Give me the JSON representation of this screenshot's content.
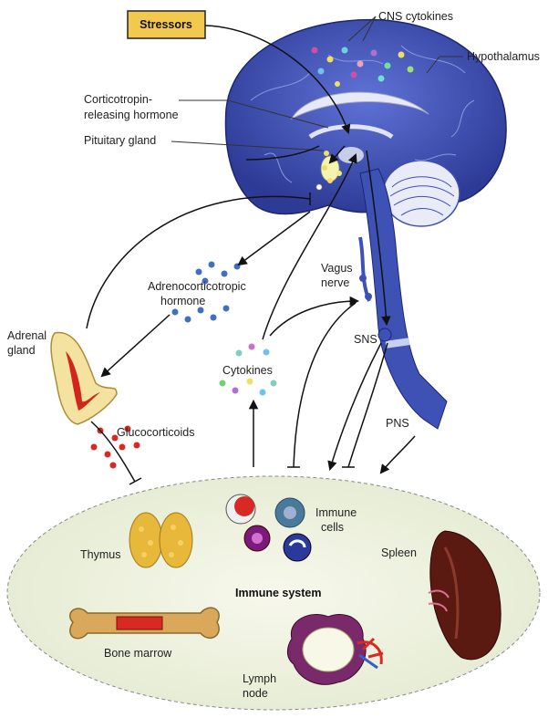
{
  "labels": {
    "stressors": "Stressors",
    "cns_cytokines": "CNS cytokines",
    "hypothalamus": "Hypothalamus",
    "crh_line1": "Corticotropin-",
    "crh_line2": "releasing hormone",
    "pituitary": "Pituitary gland",
    "vagus_line1": "Vagus",
    "vagus_line2": "nerve",
    "acth_line1": "Adrenocorticotropic",
    "acth_line2": "hormone",
    "adrenal_line1": "Adrenal",
    "adrenal_line2": "gland",
    "sns": "SNS",
    "cytokines": "Cytokines",
    "pns": "PNS",
    "glucocorticoids": "Glucocorticoids",
    "immune_line1": "Immune",
    "immune_line2": "cells",
    "thymus": "Thymus",
    "spleen": "Spleen",
    "immune_system": "Immune system",
    "bone_marrow": "Bone marrow",
    "lymph_line1": "Lymph",
    "lymph_line2": "node"
  },
  "colors": {
    "brain": "#3c4fb0",
    "stressors_box": "#f2c94c",
    "immune_ellipse": "#eef2dc",
    "adrenal": "#f4e3a0",
    "adrenal_core": "#d2261c",
    "thymus": "#e8b83a",
    "bone": "#d9a85a",
    "marrow": "#d82a22",
    "spleen": "#5a1a12",
    "lymph": "#7a2a6a"
  }
}
